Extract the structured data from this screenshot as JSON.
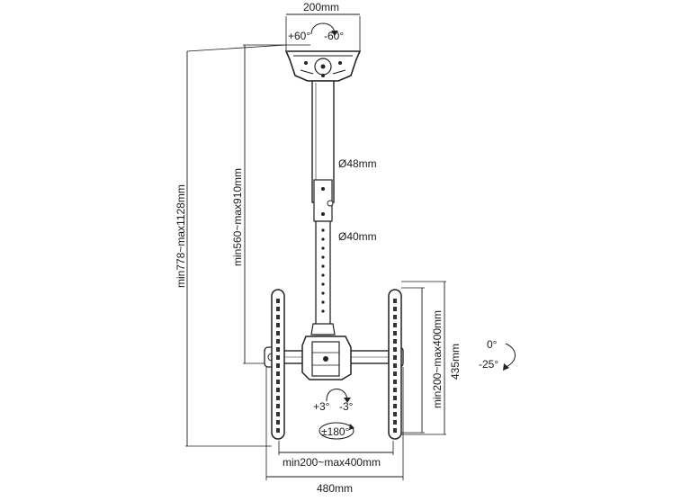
{
  "labels": {
    "top_width": "200mm",
    "tilt_left": "+60°",
    "tilt_right": "-60°",
    "height_outer": "min778~max1128mm",
    "height_inner": "min560~max910mm",
    "tube_upper": "Ø48mm",
    "tube_lower": "Ø40mm",
    "vesa_vertical": "min200~max400mm",
    "bracket_height": "435mm",
    "tilt_zero": "0°",
    "tilt_down": "-25°",
    "roll_pos": "+3°",
    "roll_neg": "-3°",
    "swivel": "±180°",
    "vesa_horizontal": "min200~max400mm",
    "total_width": "480mm"
  }
}
